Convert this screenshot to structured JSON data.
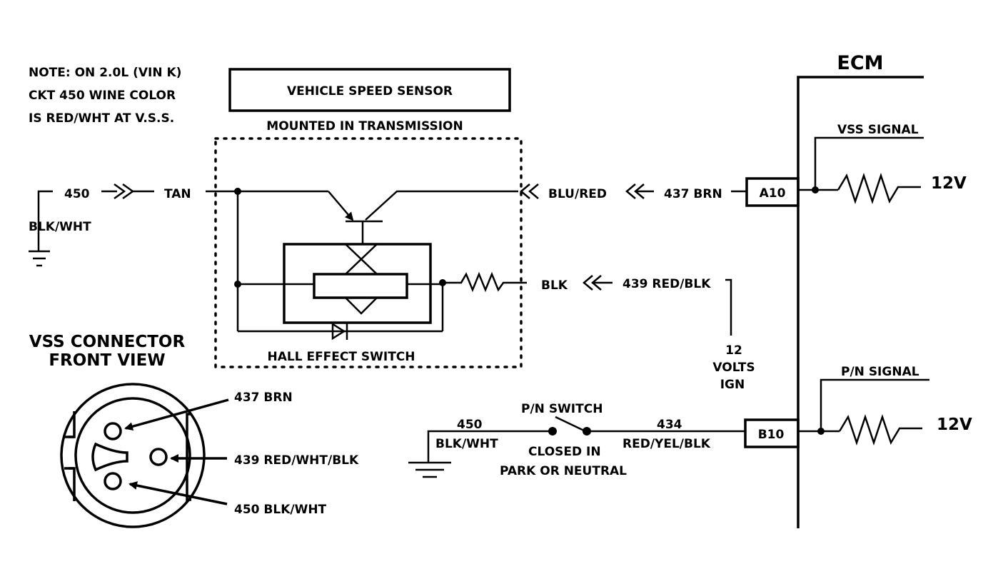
{
  "note": {
    "line1": "NOTE:  ON 2.0L (VIN K)",
    "line2": "CKT 450  WINE COLOR",
    "line3": "IS RED/WHT AT  V.S.S."
  },
  "sensor": {
    "title": "VEHICLE SPEED SENSOR",
    "mounted": "MOUNTED IN TRANSMISSION",
    "hall": "HALL EFFECT SWITCH"
  },
  "wires": {
    "w450": "450",
    "tan": "TAN",
    "blk_wht": "BLK/WHT",
    "blu_red": "BLU/RED",
    "w437": "437  BRN",
    "blk": "BLK",
    "w439": "439  RED/BLK",
    "ign_12": "12",
    "ign_volts": "VOLTS",
    "ign_ign": "IGN",
    "pn_450": "450",
    "pn_blk_wht": "BLK/WHT",
    "pn_switch": "P/N SWITCH",
    "closed_in": "CLOSED IN",
    "park_neutral": "PARK OR NEUTRAL",
    "w434": "434",
    "red_yel_blk": "RED/YEL/BLK"
  },
  "ecm": {
    "title": "ECM",
    "vss_signal": "VSS SIGNAL",
    "pn_signal": "P/N SIGNAL",
    "a10": "A10",
    "b10": "B10",
    "v12_top": "12V",
    "v12_bottom": "12V"
  },
  "connector": {
    "title1": "VSS CONNECTOR",
    "title2": "FRONT VIEW",
    "pin_437": "437  BRN",
    "pin_439": "439  RED/WHT/BLK",
    "pin_450": "450  BLK/WHT"
  }
}
